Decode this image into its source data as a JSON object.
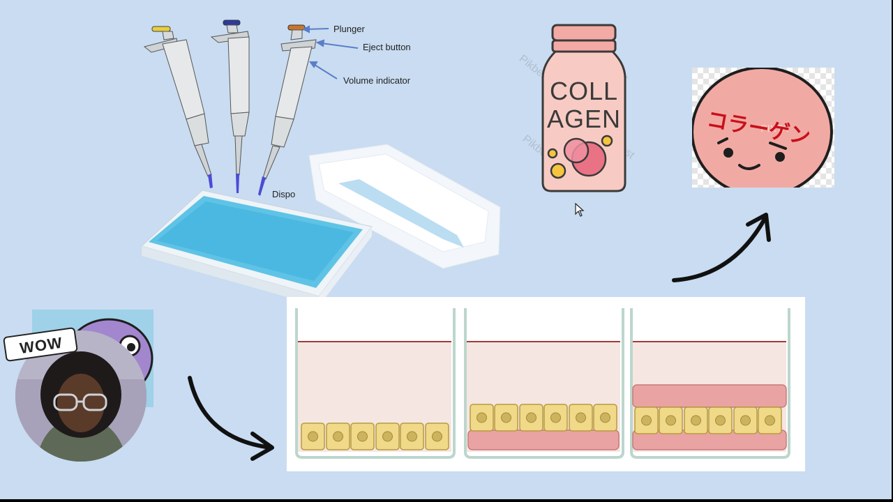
{
  "pipette_labels": {
    "plunger": "Plunger",
    "eject_button": "Eject button",
    "volume_indicator": "Volume indicator",
    "partial_label": "Dispo"
  },
  "bottle": {
    "line1": "COLL",
    "line2": "AGEN"
  },
  "sticker": {
    "japanese_text": "コラーゲン"
  },
  "webcam": {
    "bubble_text": "WOW"
  },
  "colors": {
    "background": "#c9dcf1",
    "cell_fill": "#f1d98a",
    "collagen_layer": "#eaa3a3",
    "medium": "#f5e6e1"
  }
}
